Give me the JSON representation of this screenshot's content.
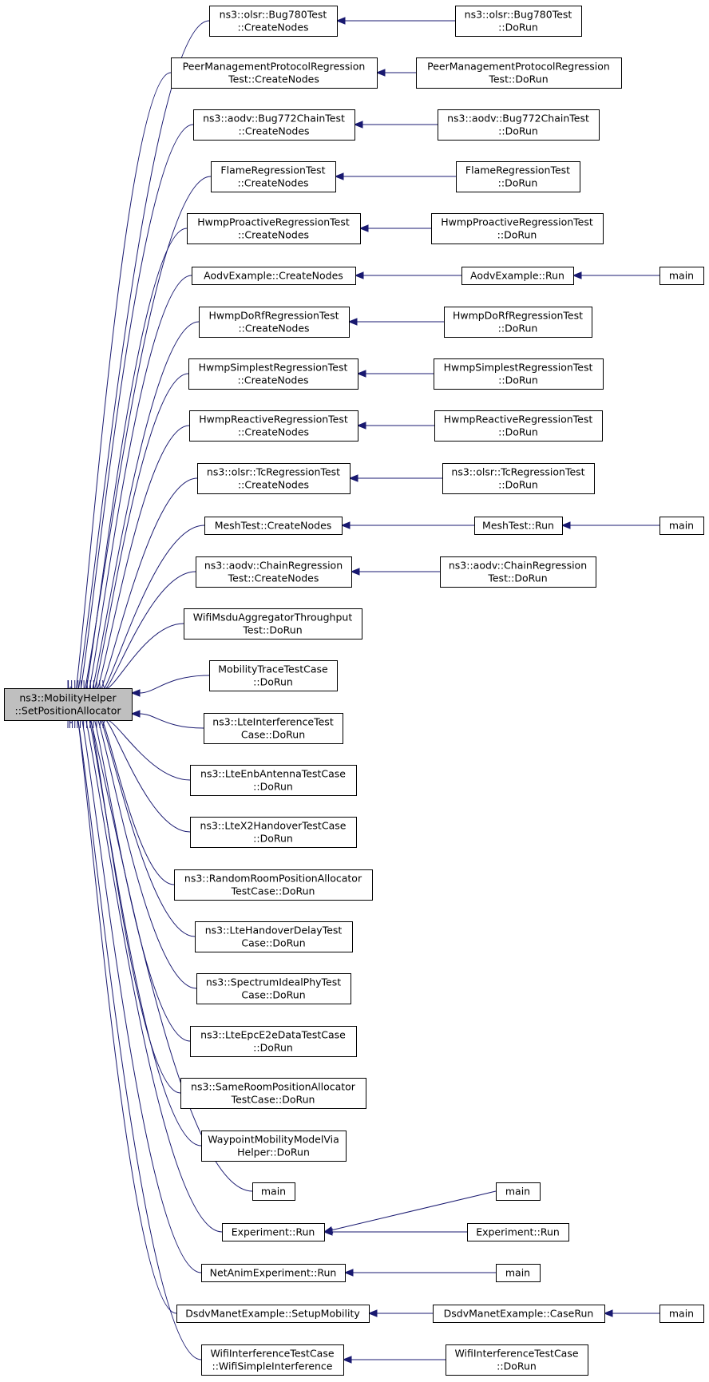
{
  "title": "ns3::MobilityHelper::SetPositionAllocator caller graph",
  "colors": {
    "edge": "#191970",
    "node_fill": "#ffffff",
    "root_fill": "#bfbfbf",
    "border": "#000000"
  },
  "nodes": {
    "root": [
      "ns3::MobilityHelper",
      "::SetPositionAllocator"
    ],
    "n1": [
      "ns3::olsr::Bug780Test",
      "::CreateNodes"
    ],
    "n1r": [
      "ns3::olsr::Bug780Test",
      "::DoRun"
    ],
    "n2": [
      "PeerManagementProtocolRegression",
      "Test::CreateNodes"
    ],
    "n2r": [
      "PeerManagementProtocolRegression",
      "Test::DoRun"
    ],
    "n3": [
      "ns3::aodv::Bug772ChainTest",
      "::CreateNodes"
    ],
    "n3r": [
      "ns3::aodv::Bug772ChainTest",
      "::DoRun"
    ],
    "n4": [
      "FlameRegressionTest",
      "::CreateNodes"
    ],
    "n4r": [
      "FlameRegressionTest",
      "::DoRun"
    ],
    "n5": [
      "HwmpProactiveRegressionTest",
      "::CreateNodes"
    ],
    "n5r": [
      "HwmpProactiveRegressionTest",
      "::DoRun"
    ],
    "n6": [
      "AodvExample::CreateNodes"
    ],
    "n6r": [
      "AodvExample::Run"
    ],
    "n6m": [
      "main"
    ],
    "n7": [
      "HwmpDoRfRegressionTest",
      "::CreateNodes"
    ],
    "n7r": [
      "HwmpDoRfRegressionTest",
      "::DoRun"
    ],
    "n8": [
      "HwmpSimplestRegressionTest",
      "::CreateNodes"
    ],
    "n8r": [
      "HwmpSimplestRegressionTest",
      "::DoRun"
    ],
    "n9": [
      "HwmpReactiveRegressionTest",
      "::CreateNodes"
    ],
    "n9r": [
      "HwmpReactiveRegressionTest",
      "::DoRun"
    ],
    "n10": [
      "ns3::olsr::TcRegressionTest",
      "::CreateNodes"
    ],
    "n10r": [
      "ns3::olsr::TcRegressionTest",
      "::DoRun"
    ],
    "n11": [
      "MeshTest::CreateNodes"
    ],
    "n11r": [
      "MeshTest::Run"
    ],
    "n11m": [
      "main"
    ],
    "n12": [
      "ns3::aodv::ChainRegression",
      "Test::CreateNodes"
    ],
    "n12r": [
      "ns3::aodv::ChainRegression",
      "Test::DoRun"
    ],
    "n13": [
      "WifiMsduAggregatorThroughput",
      "Test::DoRun"
    ],
    "n14": [
      "MobilityTraceTestCase",
      "::DoRun"
    ],
    "n15": [
      "ns3::LteInterferenceTest",
      "Case::DoRun"
    ],
    "n16": [
      "ns3::LteEnbAntennaTestCase",
      "::DoRun"
    ],
    "n17": [
      "ns3::LteX2HandoverTestCase",
      "::DoRun"
    ],
    "n18": [
      "ns3::RandomRoomPositionAllocator",
      "TestCase::DoRun"
    ],
    "n19": [
      "ns3::LteHandoverDelayTest",
      "Case::DoRun"
    ],
    "n20": [
      "ns3::SpectrumIdealPhyTest",
      "Case::DoRun"
    ],
    "n21": [
      "ns3::LteEpcE2eDataTestCase",
      "::DoRun"
    ],
    "n22": [
      "ns3::SameRoomPositionAllocator",
      "TestCase::DoRun"
    ],
    "n23": [
      "WaypointMobilityModelVia",
      "Helper::DoRun"
    ],
    "n24": [
      "main"
    ],
    "n25": [
      "Experiment::Run"
    ],
    "n25m": [
      "main"
    ],
    "n25r": [
      "Experiment::Run"
    ],
    "n26": [
      "NetAnimExperiment::Run"
    ],
    "n26m": [
      "main"
    ],
    "n27": [
      "DsdvManetExample::SetupMobility"
    ],
    "n27r": [
      "DsdvManetExample::CaseRun"
    ],
    "n27m": [
      "main"
    ],
    "n28": [
      "WifiInterferenceTestCase",
      "::WifiSimpleInterference"
    ],
    "n28r": [
      "WifiInterferenceTestCase",
      "::DoRun"
    ]
  },
  "edges": [
    [
      "n1",
      "root"
    ],
    [
      "n2",
      "root"
    ],
    [
      "n3",
      "root"
    ],
    [
      "n4",
      "root"
    ],
    [
      "n5",
      "root"
    ],
    [
      "n6",
      "root"
    ],
    [
      "n7",
      "root"
    ],
    [
      "n8",
      "root"
    ],
    [
      "n9",
      "root"
    ],
    [
      "n10",
      "root"
    ],
    [
      "n11",
      "root"
    ],
    [
      "n12",
      "root"
    ],
    [
      "n13",
      "root"
    ],
    [
      "n14",
      "root"
    ],
    [
      "n15",
      "root"
    ],
    [
      "n16",
      "root"
    ],
    [
      "n17",
      "root"
    ],
    [
      "n18",
      "root"
    ],
    [
      "n19",
      "root"
    ],
    [
      "n20",
      "root"
    ],
    [
      "n21",
      "root"
    ],
    [
      "n22",
      "root"
    ],
    [
      "n23",
      "root"
    ],
    [
      "n24",
      "root"
    ],
    [
      "n25",
      "root"
    ],
    [
      "n26",
      "root"
    ],
    [
      "n27",
      "root"
    ],
    [
      "n28",
      "root"
    ],
    [
      "n1r",
      "n1"
    ],
    [
      "n2r",
      "n2"
    ],
    [
      "n3r",
      "n3"
    ],
    [
      "n4r",
      "n4"
    ],
    [
      "n5r",
      "n5"
    ],
    [
      "n6r",
      "n6"
    ],
    [
      "n6m",
      "n6r"
    ],
    [
      "n7r",
      "n7"
    ],
    [
      "n8r",
      "n8"
    ],
    [
      "n9r",
      "n9"
    ],
    [
      "n10r",
      "n10"
    ],
    [
      "n11r",
      "n11"
    ],
    [
      "n11m",
      "n11r"
    ],
    [
      "n12r",
      "n12"
    ],
    [
      "n25m",
      "n25"
    ],
    [
      "n25r",
      "n25"
    ],
    [
      "n26m",
      "n26"
    ],
    [
      "n27r",
      "n27"
    ],
    [
      "n27m",
      "n27r"
    ],
    [
      "n28r",
      "n28"
    ]
  ]
}
